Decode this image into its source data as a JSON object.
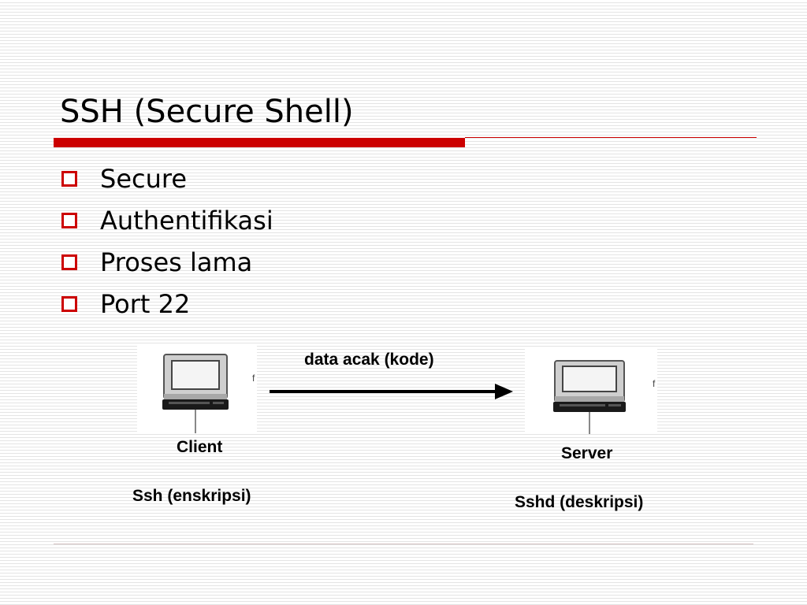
{
  "slide": {
    "title": "SSH (Secure Shell)",
    "accent_color": "#cc0000"
  },
  "bullets": [
    "Secure",
    "Authentifikasi",
    "Proses lama",
    "Port 22"
  ],
  "diagram": {
    "arrow_label": "data acak (kode)",
    "client": {
      "label": "Client",
      "program": "Ssh (enskripsi)"
    },
    "server": {
      "label": "Server",
      "program": "Sshd (deskripsi)"
    }
  }
}
